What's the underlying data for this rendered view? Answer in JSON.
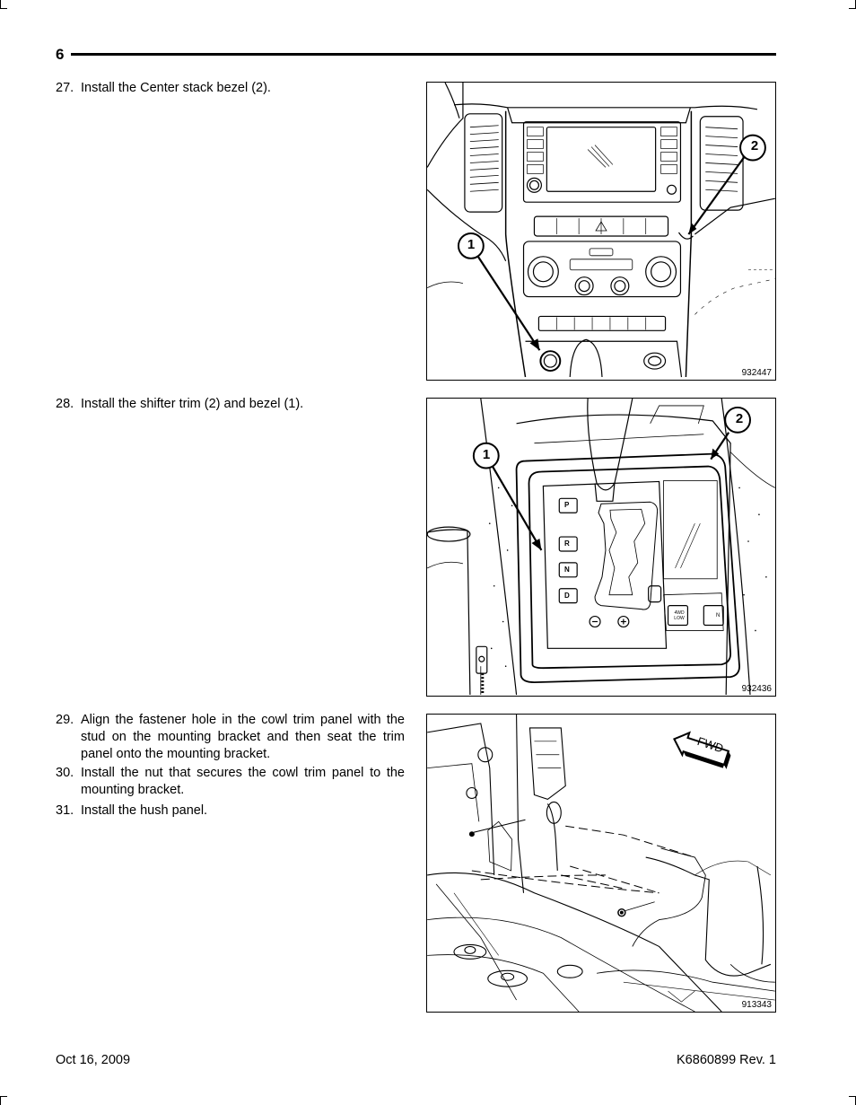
{
  "header": {
    "page_number": "6"
  },
  "steps": [
    {
      "number": "27.",
      "text": "Install the Center stack bezel (2)."
    },
    {
      "number": "28.",
      "text": "Install the shifter trim (2) and bezel (1)."
    },
    {
      "number": "29.",
      "text": "Align the fastener hole in the cowl trim panel with the stud on the mounting bracket and then seat the trim panel onto the mounting bracket."
    },
    {
      "number": "30.",
      "text": "Install the nut that secures the cowl trim panel to the mounting bracket."
    },
    {
      "number": "31.",
      "text": "Install the hush panel."
    }
  ],
  "figures": [
    {
      "id": "932447",
      "callouts": [
        "1",
        "2"
      ]
    },
    {
      "id": "932436",
      "callouts": [
        "1",
        "2"
      ],
      "shift_labels": [
        "P",
        "R",
        "N",
        "D"
      ],
      "button_labels": [
        "4WD LOW",
        "N"
      ]
    },
    {
      "id": "913343",
      "arrow_label": "FWD"
    }
  ],
  "footer": {
    "date": "Oct 16, 2009",
    "doc_ref": "K6860899 Rev. 1"
  }
}
